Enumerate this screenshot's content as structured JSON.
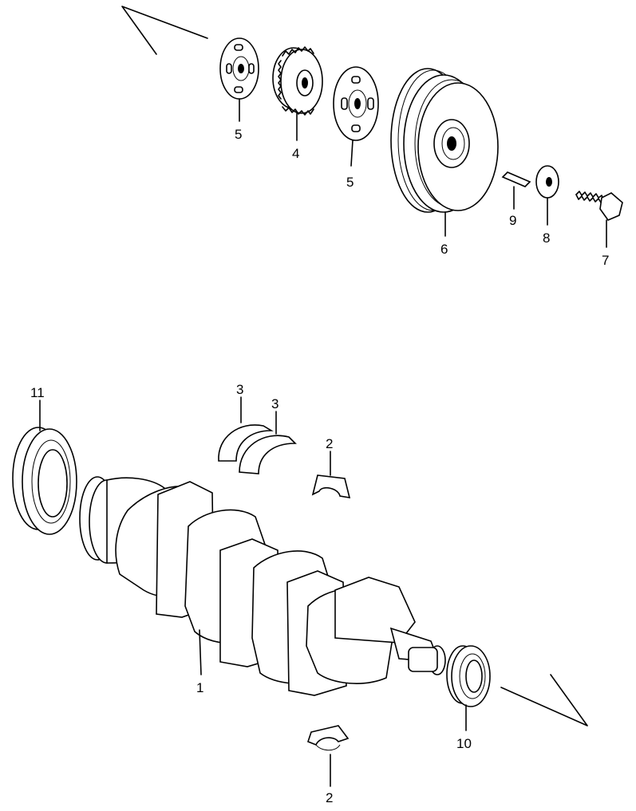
{
  "diagram": {
    "callouts": [
      {
        "id": "c5a",
        "text": "5"
      },
      {
        "id": "c4",
        "text": "4"
      },
      {
        "id": "c5b",
        "text": "5"
      },
      {
        "id": "c6",
        "text": "6"
      },
      {
        "id": "c9",
        "text": "9"
      },
      {
        "id": "c8",
        "text": "8"
      },
      {
        "id": "c7",
        "text": "7"
      },
      {
        "id": "c11",
        "text": "11"
      },
      {
        "id": "c3a",
        "text": "3"
      },
      {
        "id": "c3b",
        "text": "3"
      },
      {
        "id": "c2a",
        "text": "2"
      },
      {
        "id": "c1",
        "text": "1"
      },
      {
        "id": "c10",
        "text": "10"
      },
      {
        "id": "c2b",
        "text": "2"
      }
    ]
  }
}
